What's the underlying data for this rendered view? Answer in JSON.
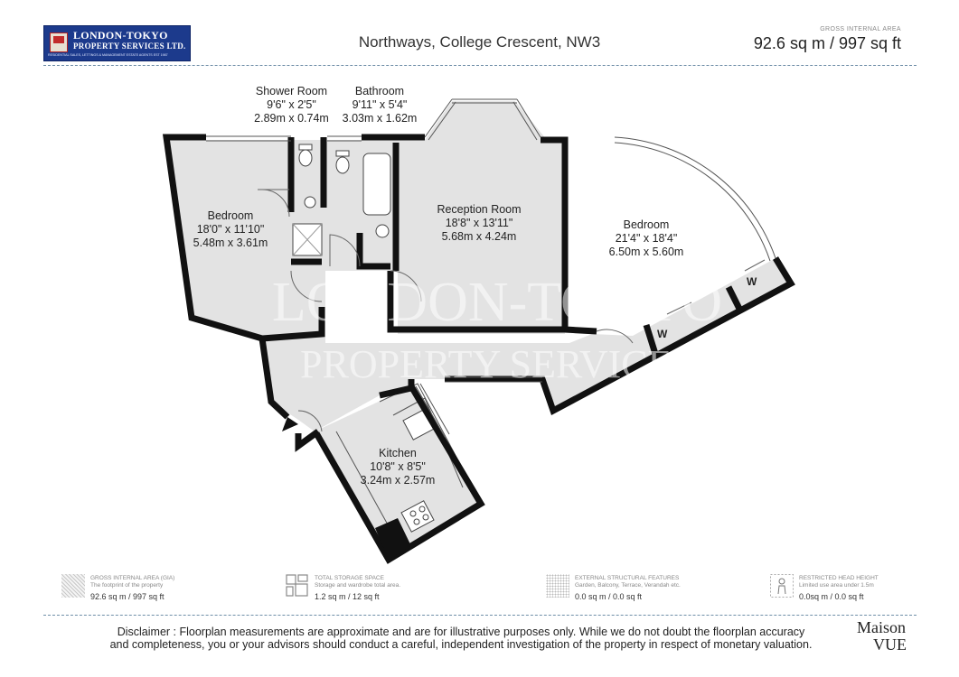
{
  "header": {
    "logo_name_line1": "LONDON-TOKYO",
    "logo_name_line2": "PROPERTY SERVICES LTD.",
    "logo_tagline": "RESIDENTIAL SALES, LETTINGS & MANAGEMENT ESTATE AGENTS EST 1987",
    "title": "Northways, College Crescent, NW3",
    "gia_caption": "GROSS INTERNAL AREA",
    "gia_value": "92.6 sq m / 997 sq ft"
  },
  "rooms": {
    "shower_name": "Shower Room",
    "shower_imp": "9'6\" x 2'5\"",
    "shower_met": "2.89m x 0.74m",
    "bath_name": "Bathroom",
    "bath_imp": "9'11\" x 5'4\"",
    "bath_met": "3.03m x 1.62m",
    "bed1_name": "Bedroom",
    "bed1_imp": "18'0\" x 11'10\"",
    "bed1_met": "5.48m x 3.61m",
    "recep_name": "Reception Room",
    "recep_imp": "18'8\" x 13'11\"",
    "recep_met": "5.68m x 4.24m",
    "bed2_name": "Bedroom",
    "bed2_imp": "21'4\" x 18'4\"",
    "bed2_met": "6.50m x 5.60m",
    "kitchen_name": "Kitchen",
    "kitchen_imp": "10'8\" x 8'5\"",
    "kitchen_met": "3.24m x 2.57m",
    "wardrobe_label_1": "W",
    "wardrobe_label_2": "W"
  },
  "watermark": {
    "line1": "LONDON-TOKYO",
    "line2": "PROPERTY SERVICES"
  },
  "legend": [
    {
      "title": "GROSS INTERNAL AREA (GIA)",
      "desc": "The footprint of the property",
      "value": "92.6 sq m / 997 sq ft",
      "icon": "hatched-square-icon"
    },
    {
      "title": "TOTAL STORAGE SPACE",
      "desc": "Storage and wardrobe total area.",
      "value": "1.2 sq m / 12 sq ft",
      "icon": "storage-icon"
    },
    {
      "title": "EXTERNAL STRUCTURAL FEATURES",
      "desc": "Garden, Balcony, Terrace, Verandah etc.",
      "value": "0.0 sq m / 0.0 sq ft",
      "icon": "dotted-square-icon"
    },
    {
      "title": "RESTRICTED HEAD HEIGHT",
      "desc": "Limited use area under 1.5m",
      "value": "0.0sq m / 0.0 sq ft",
      "icon": "head-height-icon"
    }
  ],
  "footer": {
    "disclaimer_line1": "Disclaimer : Floorplan measurements are approximate and are for illustrative purposes only. While we do not doubt the floorplan accuracy",
    "disclaimer_line2": "and completeness, you or your advisors should conduct a careful, independent investigation of the property in respect of monetary valuation.",
    "brand_line1": "Maison",
    "brand_line2": "VUE"
  }
}
